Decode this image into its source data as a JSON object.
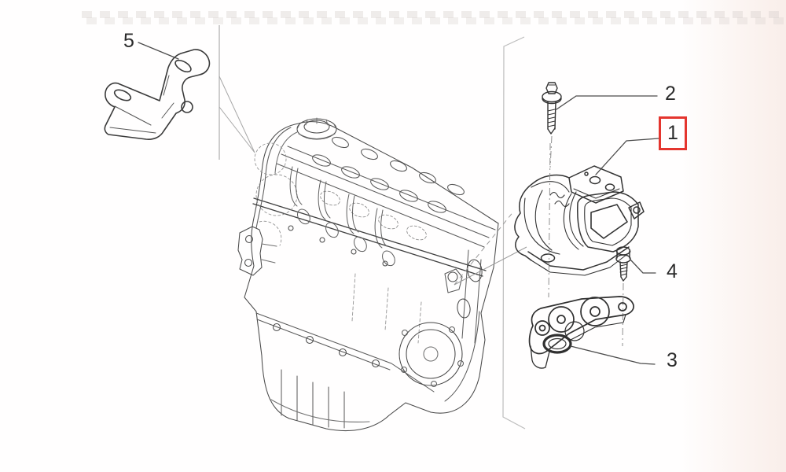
{
  "diagram": {
    "type": "exploded-parts-diagram",
    "subject": "engine-mounting-group",
    "background_color": "#ffffff"
  },
  "callouts": [
    {
      "label": "1",
      "part": "engine-mount",
      "highlighted": true
    },
    {
      "label": "2",
      "part": "upper-mount-bolt",
      "highlighted": false
    },
    {
      "label": "3",
      "part": "lower-support-bracket",
      "highlighted": false
    },
    {
      "label": "4",
      "part": "lower-mount-bolt",
      "highlighted": false
    },
    {
      "label": "5",
      "part": "upper-support-bracket",
      "highlighted": false
    }
  ],
  "highlight": {
    "color": "#e4352e",
    "style": "red-box"
  }
}
